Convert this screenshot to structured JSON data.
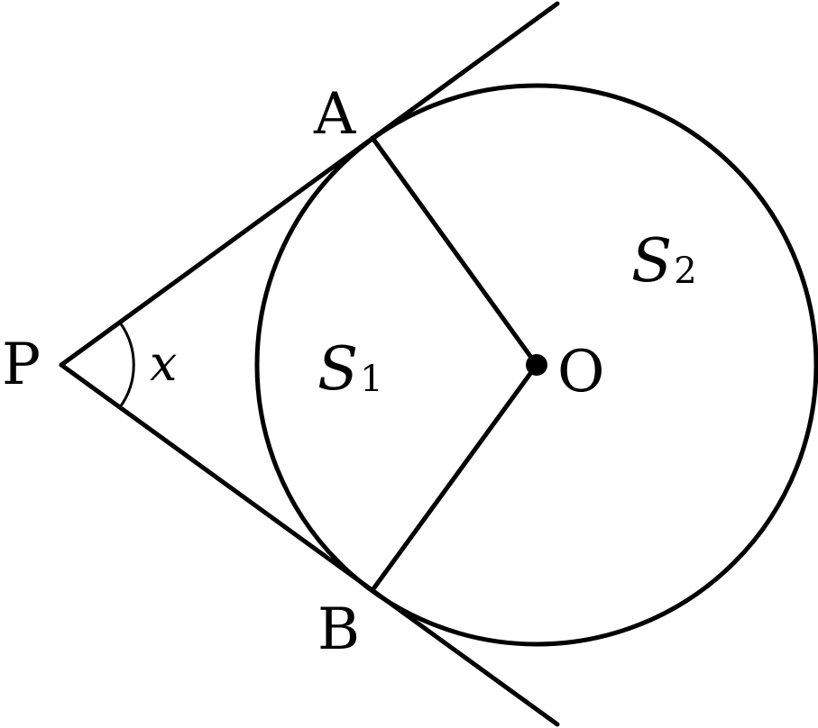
{
  "diagram": {
    "points": {
      "A": "A",
      "B": "B",
      "O": "O",
      "P": "P"
    },
    "angle_label": "x",
    "regions": [
      {
        "letter": "S",
        "subscript": "1"
      },
      {
        "letter": "S",
        "subscript": "2"
      }
    ],
    "colors": {
      "stroke": "#000000",
      "background": "#ffffff"
    }
  }
}
